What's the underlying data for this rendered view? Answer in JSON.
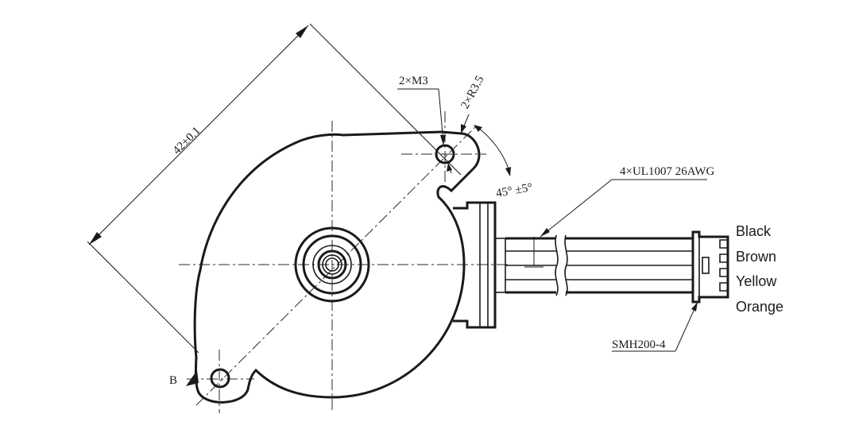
{
  "annotations": {
    "overall_dimension": "42±0.1",
    "mount_thread": "2×M3",
    "mount_radius": "2×R3.5",
    "angle": "45° ±5°",
    "cable": "4×UL1007 26AWG",
    "connector": "SMH200-4",
    "view_label": "B"
  },
  "wires": [
    {
      "label": "Black"
    },
    {
      "label": "Brown"
    },
    {
      "label": "Yellow"
    },
    {
      "label": "Orange"
    }
  ]
}
